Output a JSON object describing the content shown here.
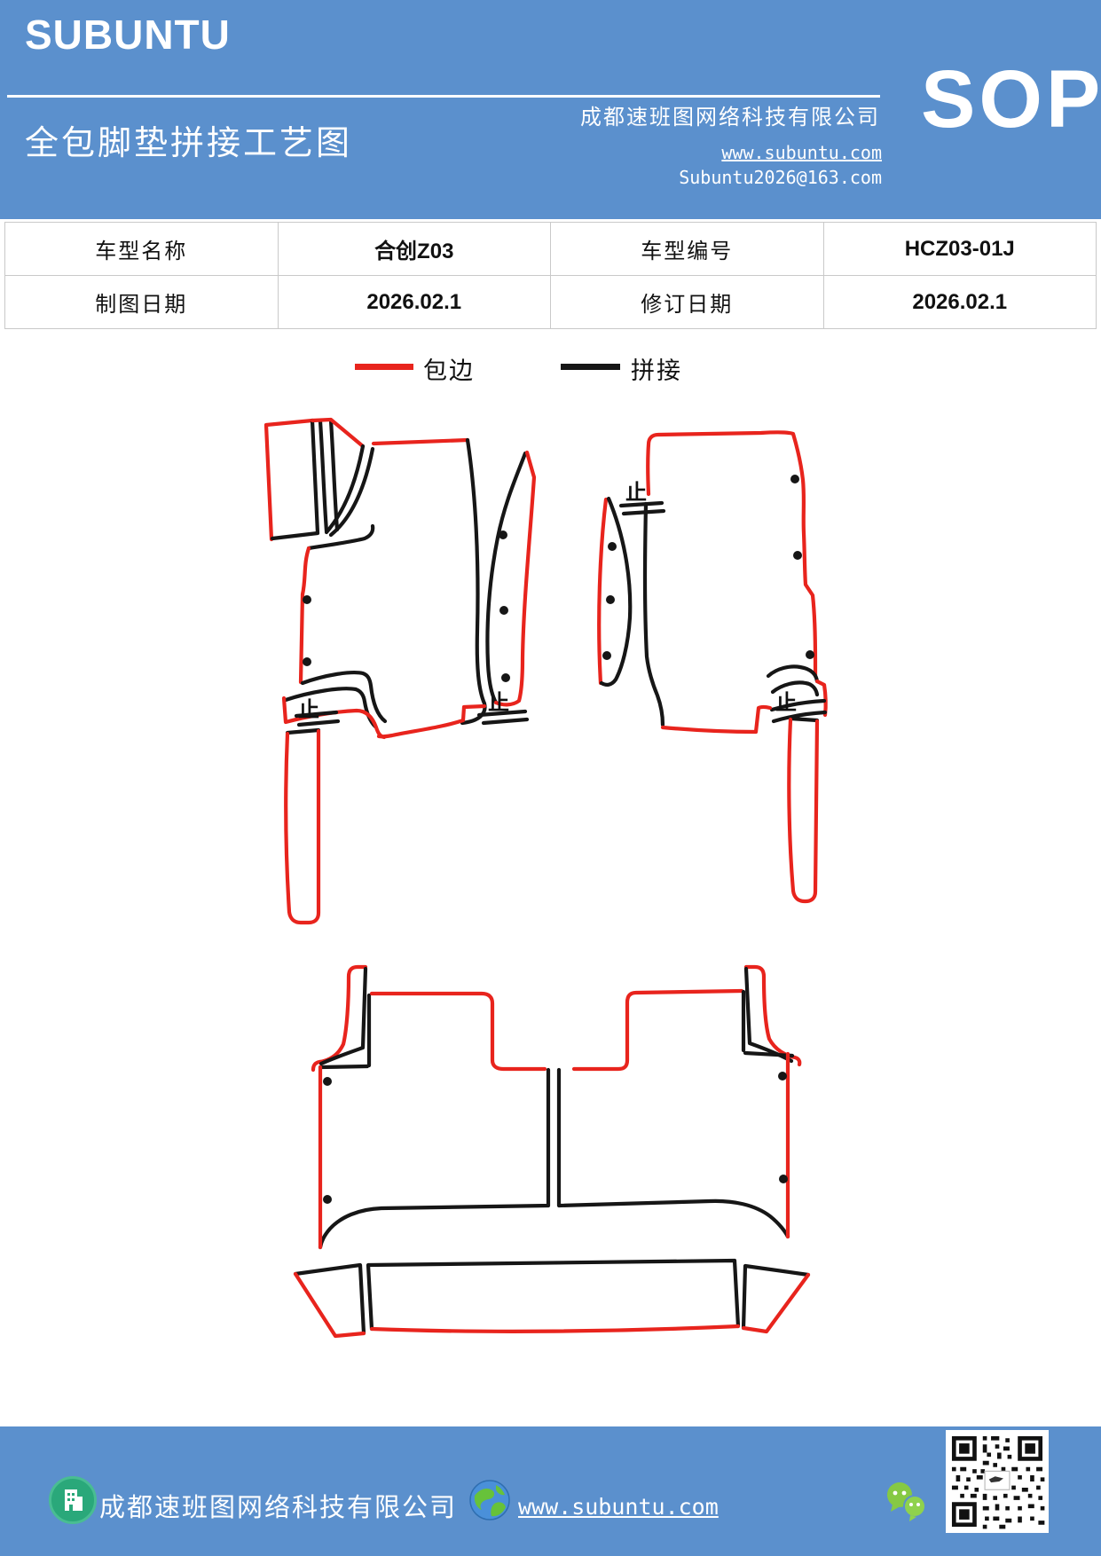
{
  "colors": {
    "header_blue": "#5b90cd",
    "edge_red": "#e8241d",
    "splice_black": "#161616",
    "building_icon_green": "#2aa87a",
    "wechat_green": "#86c943"
  },
  "header": {
    "brand": "SUBUNTU",
    "title": "全包脚垫拼接工艺图",
    "company": "成都速班图网络科技有限公司",
    "website": "www.subuntu.com",
    "email": "Subuntu2026@163.com",
    "doc_type": "SOP"
  },
  "info_table": {
    "rows": [
      [
        "车型名称",
        "合创Z03",
        "车型编号",
        "HCZ03-01J"
      ],
      [
        "制图日期",
        "2026.02.1",
        "修订日期",
        "2026.02.1"
      ]
    ]
  },
  "legend": {
    "items": [
      {
        "label": "包边",
        "color": "#e8241d"
      },
      {
        "label": "拼接",
        "color": "#161616"
      }
    ]
  },
  "diagram": {
    "stop_mark": "止",
    "description": "全包脚垫拼接工艺图 - 前排脚垫两件与后排脚垫及门槛条"
  },
  "footer": {
    "company": "成都速班图网络科技有限公司",
    "website": "www.subuntu.com"
  }
}
